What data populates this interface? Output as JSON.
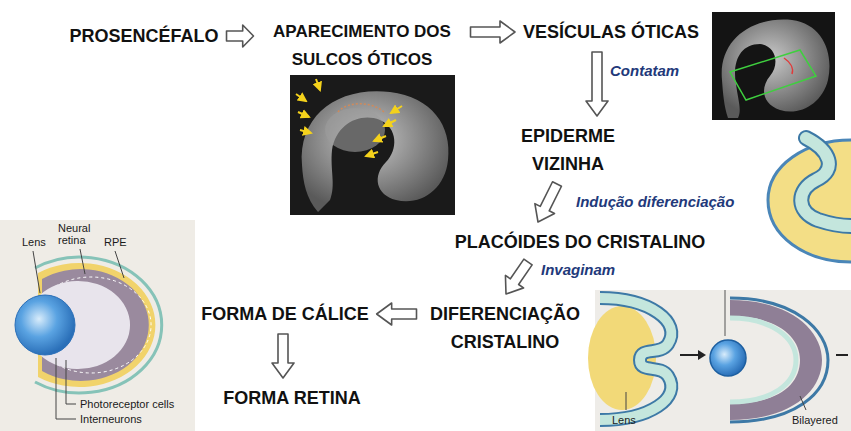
{
  "diagram": {
    "nodes": [
      {
        "text": [
          "PROSENCÉFALO"
        ]
      },
      {
        "text": [
          "APARECIMENTO DOS SULCOS ÓTICOS"
        ]
      },
      {
        "text": [
          "VESÍCULAS ÓTICAS"
        ]
      },
      {
        "text": [
          "EPIDERME VIZINHA"
        ]
      },
      {
        "text": [
          "PLACÓIDES DO CRISTALINO"
        ]
      },
      {
        "text": [
          "DIFERENCIAÇÃO CRISTALINO"
        ]
      },
      {
        "text": [
          "FORMA DE CÁLICE"
        ]
      },
      {
        "text": [
          "FORMA RETINA"
        ]
      }
    ],
    "edges": [
      {
        "from": 0,
        "to": 1,
        "arrow": "to"
      },
      {
        "from": 1,
        "to": 2,
        "arrow": "to"
      },
      {
        "from": 2,
        "to": 3,
        "label": "Contatam",
        "arrow": "to"
      },
      {
        "from": 3,
        "to": 4,
        "label": "Indução diferenciação",
        "arrow": "to"
      },
      {
        "from": 4,
        "to": 5,
        "label": "Invaginam",
        "arrow": "to"
      },
      {
        "from": 5,
        "to": 6,
        "arrow": "to"
      },
      {
        "from": 6,
        "to": 7,
        "arrow": "to"
      }
    ],
    "labels": [
      "Lens",
      "Neural retina",
      "RPE",
      "Photoreceptor cells",
      "Interneurons",
      "Lens",
      "Bilayered"
    ]
  }
}
